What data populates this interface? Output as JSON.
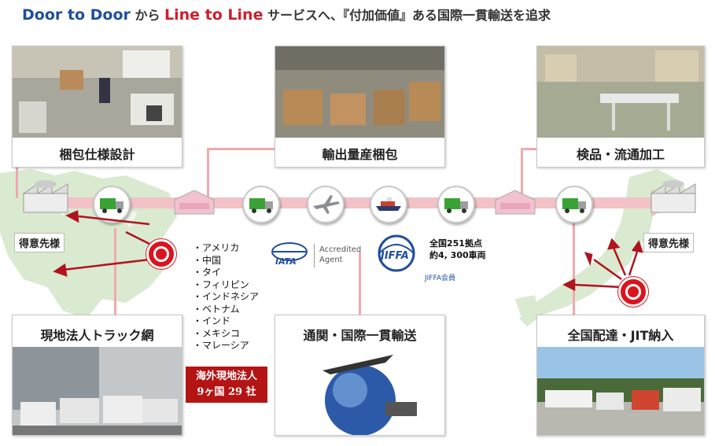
{
  "title": {
    "part1": "Door to Door",
    "part2": " から ",
    "part3": "Line to Line",
    "part4": " サービスへ、『付加価値』ある国際一貫輸送を追求"
  },
  "panels": {
    "packaging_design": "梱包仕様設計",
    "export_packing": "輸出量産梱包",
    "inspection": "検品・流通加工",
    "local_truck": "現地法人トラック網",
    "customs": "通関・国際一貫輸送",
    "nationwide": "全国配達・JIT納入"
  },
  "customer_left": "得意先様",
  "customer_right": "得意先様",
  "countries": [
    "・アメリカ",
    "・中国",
    "・タイ",
    "・フィリピン",
    "・インドネシア",
    "・ベトナム",
    "・インド",
    "・メキシコ",
    "・マレーシア"
  ],
  "overseas_box": {
    "line1": "海外現地法人",
    "line2": "9ヶ国 29 社"
  },
  "logos": {
    "iata": "IATA",
    "accredited": "Accredited",
    "agent": "Agent",
    "jiffa": "JIFFA",
    "jiffa_member": "JIFFA会員"
  },
  "stats": {
    "line1": "全国251拠点",
    "line2": "約4, 300車両"
  },
  "colors": {
    "blue": "#1f4e9c",
    "red": "#cc1f2d",
    "band": "#f2c2c6",
    "truck": "#3aa335"
  }
}
